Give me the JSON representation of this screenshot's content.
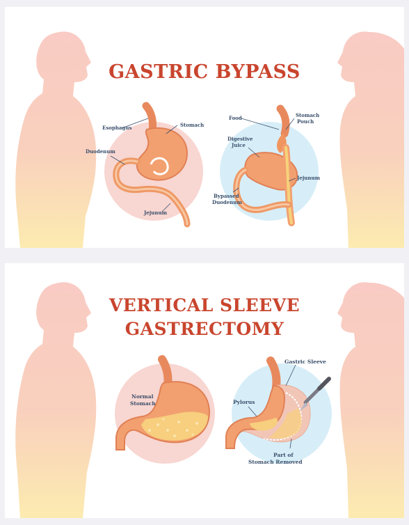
{
  "bypass": {
    "title": "GASTRIC BYPASS",
    "labels": {
      "esophagus": "Esophagus",
      "stomach": "Stomach",
      "duodenum": "Duodenum",
      "jejunum": "Jejunum",
      "food": "Food",
      "stomach_pouch_1": "Stomach",
      "stomach_pouch_2": "Pouch",
      "digestive_juice_1": "Digestive",
      "digestive_juice_2": "Juice",
      "jejunum_right": "Jejunum",
      "bypassed_1": "Bypassed",
      "bypassed_2": "Duodenum"
    }
  },
  "sleeve": {
    "title_line1": "VERTICAL SLEEVE",
    "title_line2": "GASTRECTOMY",
    "labels": {
      "normal_1": "Normal",
      "normal_2": "Stomach",
      "gastric_sleeve": "Gastric Sleeve",
      "pylorus": "Pylorus",
      "part_of": "Part of",
      "stomach_removed": "Stomach Removed"
    }
  },
  "colors": {
    "title": "#c9452e",
    "label": "#3a4f6b",
    "silhouette_top": "#f8c8c2",
    "silhouette_bottom": "#fbe7a4",
    "circle_pink": "#f7d7d2",
    "circle_blue": "#d6eef8",
    "stomach": "#f09a6c"
  }
}
